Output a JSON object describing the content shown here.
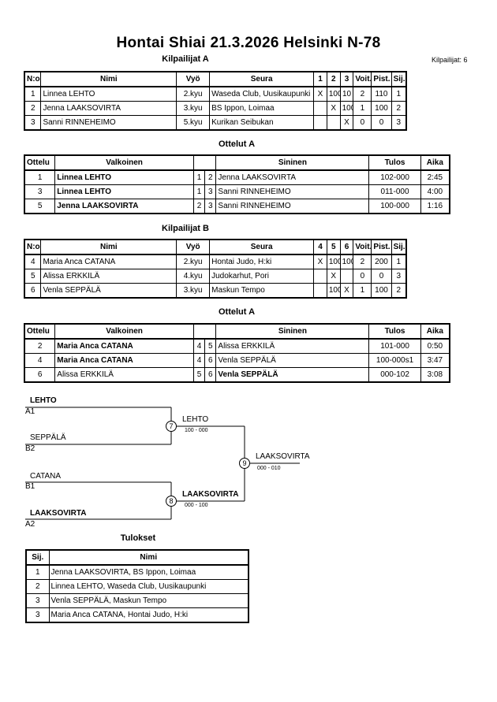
{
  "title": "Hontai Shiai  21.3.2026  Helsinki   N-78",
  "competitors_count": "Kilpailijat: 6",
  "pool_a": {
    "heading": "Kilpailijat A",
    "headers": [
      "N:o",
      "Nimi",
      "Vyö",
      "Seura",
      "1",
      "2",
      "3",
      "Voit.",
      "Pist.",
      "Sij."
    ],
    "rows": [
      [
        "1",
        "Linnea LEHTO",
        "2.kyu",
        "Waseda Club, Uusikaupunki",
        "X",
        "100",
        "10",
        "2",
        "110",
        "1"
      ],
      [
        "2",
        "Jenna LAAKSOVIRTA",
        "3.kyu",
        "BS Ippon, Loimaa",
        "",
        "X",
        "100",
        "1",
        "100",
        "2"
      ],
      [
        "3",
        "Sanni RINNEHEIMO",
        "5.kyu",
        "Kurikan Seibukan",
        "",
        "",
        "X",
        "0",
        "0",
        "3"
      ]
    ]
  },
  "matches_a": {
    "heading": "Ottelut A",
    "headers": [
      "Ottelu",
      "Valkoinen",
      "",
      "",
      "Sininen",
      "Tulos",
      "Aika"
    ],
    "rows": [
      {
        "no": "1",
        "white": "Linnea LEHTO",
        "w": "1",
        "b": "2",
        "blue": "Jenna LAAKSOVIRTA",
        "result": "102-000",
        "time": "2:45",
        "winner": "white"
      },
      {
        "no": "3",
        "white": "Linnea LEHTO",
        "w": "1",
        "b": "3",
        "blue": "Sanni RINNEHEIMO",
        "result": "011-000",
        "time": "4:00",
        "winner": "white"
      },
      {
        "no": "5",
        "white": "Jenna LAAKSOVIRTA",
        "w": "2",
        "b": "3",
        "blue": "Sanni RINNEHEIMO",
        "result": "100-000",
        "time": "1:16",
        "winner": "white"
      }
    ]
  },
  "pool_b": {
    "heading": "Kilpailijat B",
    "headers": [
      "N:o",
      "Nimi",
      "Vyö",
      "Seura",
      "4",
      "5",
      "6",
      "Voit.",
      "Pist.",
      "Sij."
    ],
    "rows": [
      [
        "4",
        "Maria Anca CATANA",
        "2.kyu",
        "Hontai Judo, H:ki",
        "X",
        "100",
        "100",
        "2",
        "200",
        "1"
      ],
      [
        "5",
        "Alissa ERKKILÄ",
        "4.kyu",
        "Judokarhut, Pori",
        "",
        "X",
        "",
        "0",
        "0",
        "3"
      ],
      [
        "6",
        "Venla SEPPÄLÄ",
        "3.kyu",
        "Maskun Tempo",
        "",
        "100",
        "X",
        "1",
        "100",
        "2"
      ]
    ]
  },
  "matches_b": {
    "heading": "Ottelut A",
    "headers": [
      "Ottelu",
      "Valkoinen",
      "",
      "",
      "Sininen",
      "Tulos",
      "Aika"
    ],
    "rows": [
      {
        "no": "2",
        "white": "Maria Anca CATANA",
        "w": "4",
        "b": "5",
        "blue": "Alissa ERKKILÄ",
        "result": "101-000",
        "time": "0:50",
        "winner": "white"
      },
      {
        "no": "4",
        "white": "Maria Anca CATANA",
        "w": "4",
        "b": "6",
        "blue": "Venla SEPPÄLÄ",
        "result": "100-000s1",
        "time": "3:47",
        "winner": "white"
      },
      {
        "no": "6",
        "white": "Alissa ERKKILÄ",
        "w": "5",
        "b": "6",
        "blue": "Venla SEPPÄLÄ",
        "result": "000-102",
        "time": "3:08",
        "winner": "blue"
      }
    ]
  },
  "bracket": {
    "sf1_top_name": "LEHTO",
    "sf1_top_seed": "A1",
    "sf1_bot_name": "SEPPÄLÄ",
    "sf1_bot_seed": "B2",
    "sf1_no": "7",
    "sf1_winner": "LEHTO",
    "sf1_score": "100 - 000",
    "sf2_top_name": "CATANA",
    "sf2_top_seed": "B1",
    "sf2_bot_name": "LAAKSOVIRTA",
    "sf2_bot_seed": "A2",
    "sf2_no": "8",
    "sf2_winner": "LAAKSOVIRTA",
    "sf2_score": "000 - 100",
    "final_no": "9",
    "final_winner": "LAAKSOVIRTA",
    "final_score": "000 - 010"
  },
  "results": {
    "heading": "Tulokset",
    "headers": [
      "Sij.",
      "Nimi"
    ],
    "rows": [
      [
        "1",
        "Jenna LAAKSOVIRTA, BS Ippon, Loimaa"
      ],
      [
        "2",
        "Linnea LEHTO, Waseda Club, Uusikaupunki"
      ],
      [
        "3",
        "Venla SEPPÄLÄ, Maskun Tempo"
      ],
      [
        "3",
        "Maria Anca CATANA, Hontai Judo, H:ki"
      ]
    ]
  }
}
